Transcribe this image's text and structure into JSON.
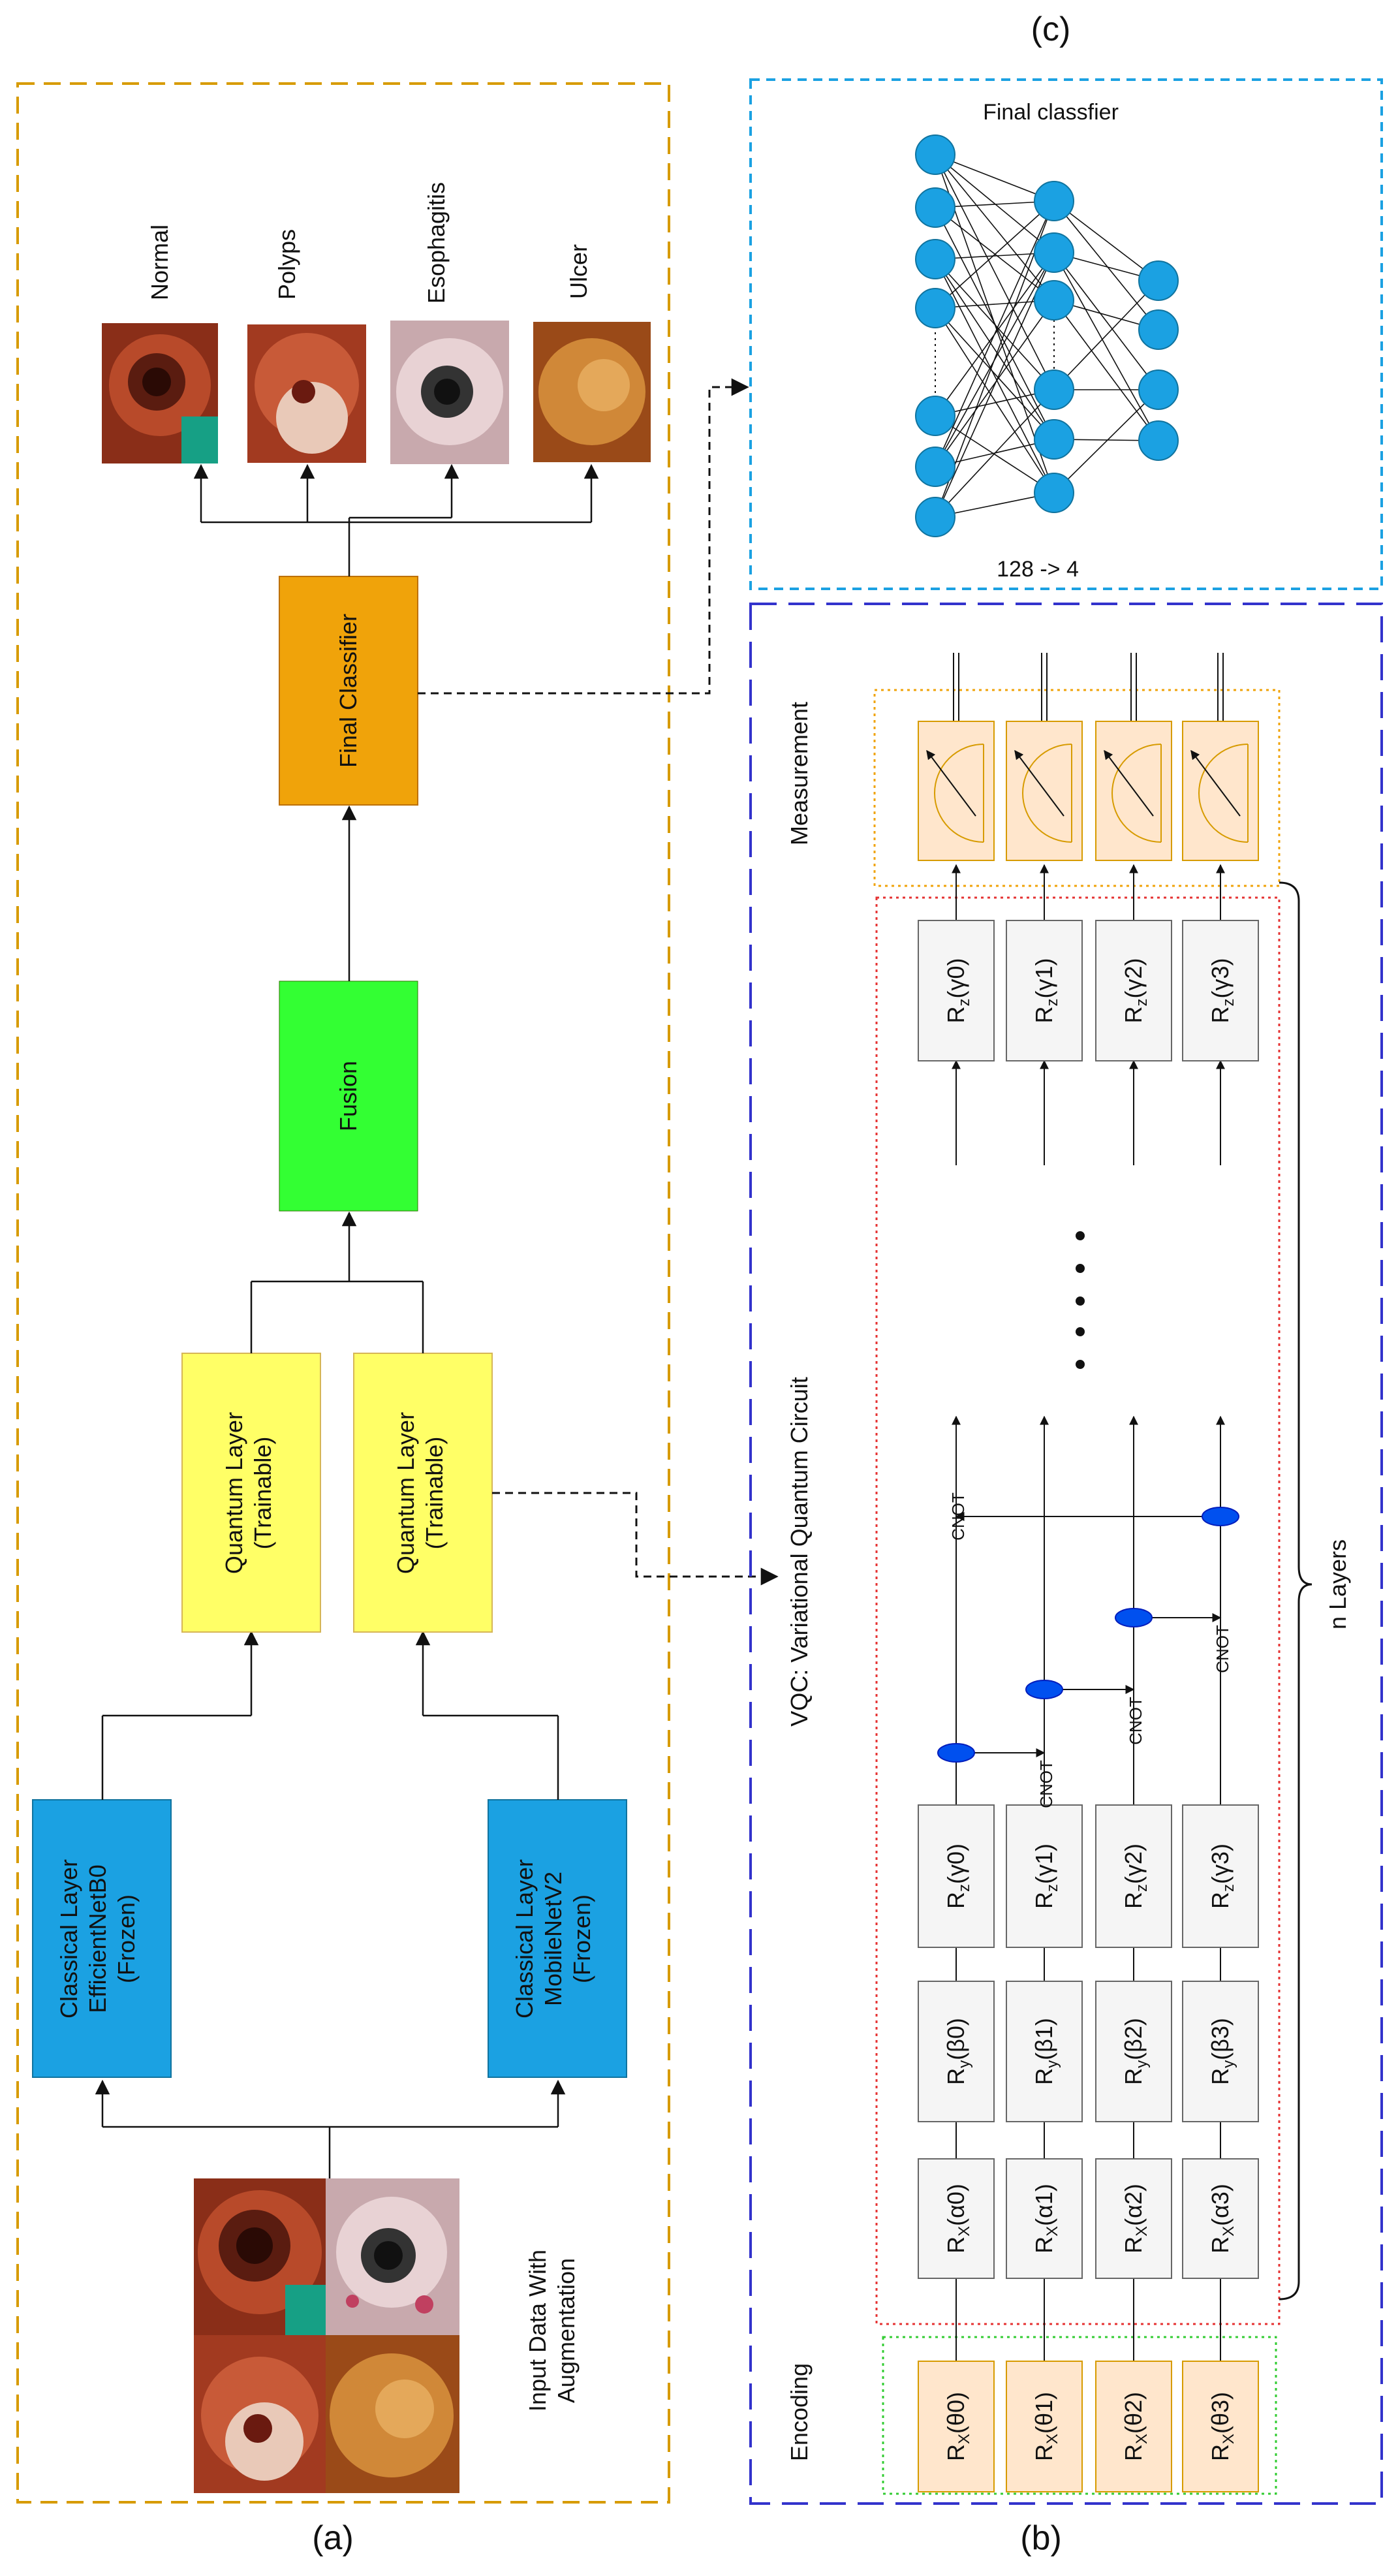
{
  "panel_labels": {
    "a": "(a)",
    "b": "(b)",
    "c": "(c)"
  },
  "colors": {
    "blue_box": "#1ba1e2",
    "yellow_box": "#ffff66",
    "green_box": "#33ff33",
    "orange_box": "#f0a30a",
    "gate_fill": "#f5f5f5",
    "encoding_fill": "#ffe6cc",
    "cnot_dot": "#0050ef",
    "frame_a": "#d79b00",
    "frame_b": "#3333cc",
    "frame_c": "#1ba1e2",
    "red_dotted": "#e53333",
    "green_dotted": "#33cc33"
  },
  "panel_a": {
    "input_label_1": "Input Data With",
    "input_label_2": "Augmentation",
    "classical_left": [
      "Classical Layer",
      "EfficientNetB0",
      "(Frozen)"
    ],
    "classical_right": [
      "Classical Layer",
      "MobileNetV2",
      "(Frozen)"
    ],
    "quantum_left": [
      "Quantum Layer",
      "(Trainable)"
    ],
    "quantum_right": [
      "Quantum Layer",
      "(Trainable)"
    ],
    "fusion": "Fusion",
    "final_classifier": "Final Classifier",
    "classes": [
      "Normal",
      "Polyps",
      "Esophagitis",
      "Ulcer"
    ]
  },
  "panel_c": {
    "title": "Final classfier",
    "caption": "128 -> 4"
  },
  "panel_b": {
    "encoding": "Encoding",
    "vqc": "VQC: Variational Quantum Circuit",
    "measurement": "Measurement",
    "n_layers": "n Layers",
    "cnot": "CNOT",
    "encoding_gates": [
      "R",
      "R",
      "R",
      "R"
    ],
    "qubits": 4
  }
}
